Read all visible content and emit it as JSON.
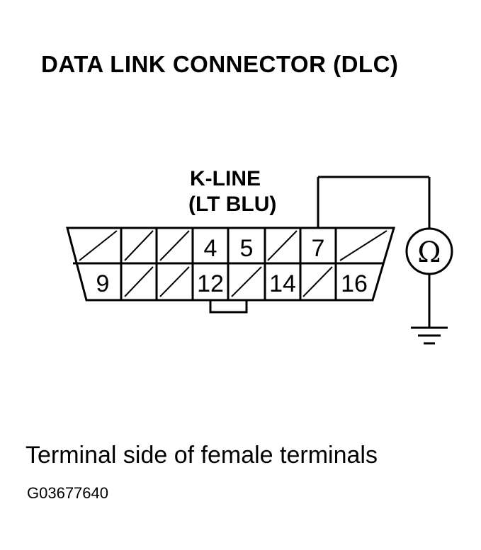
{
  "title": "DATA LINK CONNECTOR (DLC)",
  "wire_label": {
    "name": "K-LINE",
    "color": "(LT BLU)"
  },
  "connector": {
    "top_row_pins": [
      "",
      "",
      "",
      "4",
      "5",
      "",
      "7",
      ""
    ],
    "bottom_row_pins": [
      "9",
      "",
      "",
      "12",
      "",
      "14",
      "",
      "16"
    ]
  },
  "meter_symbol": "Ω",
  "caption": "Terminal side of female terminals",
  "figure_id": "G03677640",
  "icons": [
    "ohmmeter-icon",
    "ground-icon"
  ]
}
